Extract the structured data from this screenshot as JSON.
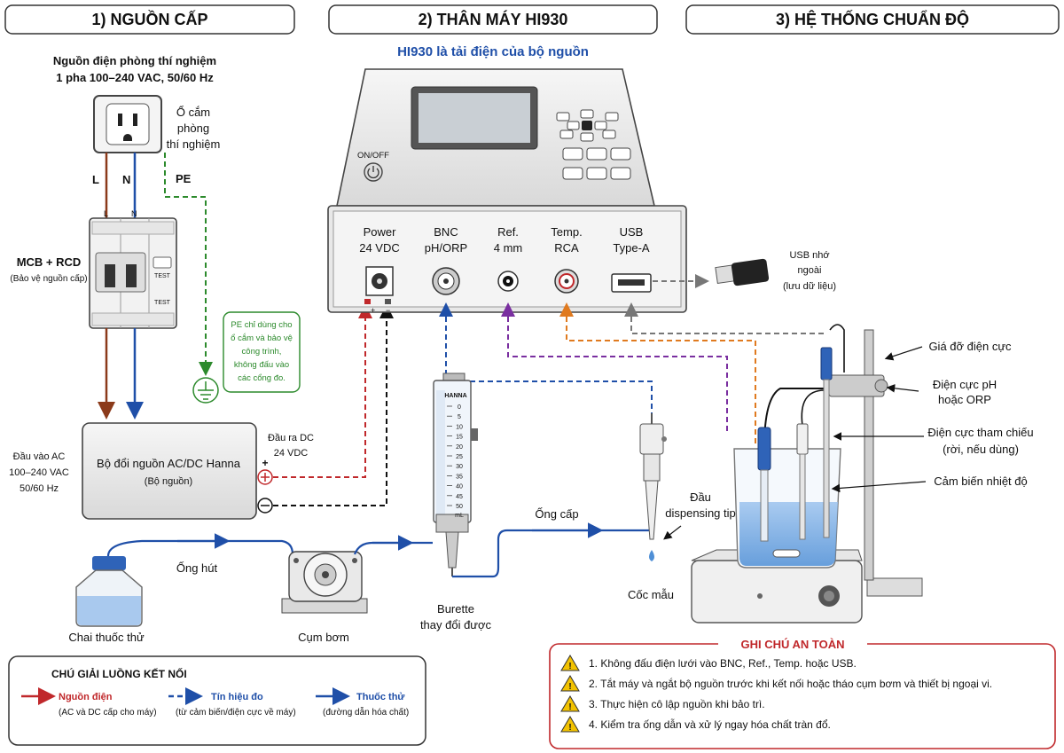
{
  "sections": {
    "source": "1) NGUỒN CẤP",
    "body": "2) THÂN MÁY HI930",
    "titration": "3) HỆ THỐNG CHUẨN ĐỘ"
  },
  "subtitle": "HI930 là tải điện của bộ nguồn",
  "mains": {
    "line1": "Nguồn điện phòng thí nghiệm",
    "line2": "1 pha 100–240 VAC, 50/60 Hz"
  },
  "outlet": {
    "line1": "Ổ cắm",
    "line2": "phòng",
    "line3": "thí nghiệm"
  },
  "wires": {
    "l": "L",
    "n": "N",
    "pe": "PE"
  },
  "mcb": {
    "title": "MCB + RCD",
    "sub": "(Bảo vệ nguồn cấp)",
    "test1": "TEST",
    "test2": "TEST",
    "l": "L",
    "n": "N"
  },
  "pe_note": [
    "PE chỉ dùng cho",
    "ổ cắm và bảo vệ",
    "công trình,",
    "không đấu vào",
    "các cổng đo."
  ],
  "ac_input": {
    "line1": "Đầu vào AC",
    "line2": "100–240 VAC",
    "line3": "50/60 Hz"
  },
  "adapter": {
    "title": "Bộ đổi nguồn AC/DC Hanna",
    "sub": "(Bộ nguồn)"
  },
  "dc_out": {
    "line1": "Đầu ra DC",
    "line2": "24 VDC",
    "plus": "+"
  },
  "onoff": "ON/OFF",
  "ports": [
    {
      "l1": "Power",
      "l2": "24 VDC"
    },
    {
      "l1": "BNC",
      "l2": "pH/ORP"
    },
    {
      "l1": "Ref.",
      "l2": "4 mm"
    },
    {
      "l1": "Temp.",
      "l2": "RCA"
    },
    {
      "l1": "USB",
      "l2": "Type-A"
    }
  ],
  "usb_stick": {
    "line1": "USB nhớ",
    "line2": "ngoài",
    "line3": "(lưu dữ liệu)"
  },
  "right_labels": {
    "holder": "Giá đỡ điện cực",
    "ph1": "Điện cực pH",
    "ph2": "hoặc ORP",
    "ref1": "Điện cực tham chiếu",
    "ref2": "(rời, nếu dùng)",
    "temp": "Cảm biến nhiệt độ"
  },
  "burette": {
    "brand": "HANNA",
    "ticks": [
      "0",
      "5",
      "10",
      "15",
      "20",
      "25",
      "30",
      "35",
      "40",
      "45",
      "50"
    ],
    "unit": "mL",
    "line1": "Burette",
    "line2": "thay đổi được"
  },
  "dispense": {
    "line1": "Đầu",
    "line2": "dispensing tip"
  },
  "feed_tube": "Ống cấp",
  "suction_tube": "Ống hút",
  "bottle": "Chai thuốc thử",
  "pump": "Cụm bơm",
  "cup": "Cốc mẫu",
  "legend": {
    "title": "CHÚ GIẢI LUỒNG KẾT NỐI",
    "items": [
      {
        "name": "Nguồn điện",
        "desc": "(AC và DC cấp cho máy)",
        "color": "#c0282b"
      },
      {
        "name": "Tín hiệu đo",
        "desc": "(từ cảm biến/điện cực về máy)",
        "color": "#1f4fa8"
      },
      {
        "name": "Thuốc thử",
        "desc": "(đường dẫn hóa chất)",
        "color": "#1f4fa8"
      }
    ]
  },
  "safety": {
    "title": "GHI CHÚ AN TOÀN",
    "items": [
      "1.  Không đấu điện lưới vào BNC, Ref., Temp. hoặc USB.",
      "2.  Tắt máy và ngắt bộ nguồn trước khi kết nối hoặc tháo cụm bơm và thiết bị ngoại vi.",
      "3.  Thực hiện cô lập nguồn khi bảo trì.",
      "4.  Kiểm tra ống dẫn và xử lý ngay hóa chất tràn đổ."
    ]
  },
  "colors": {
    "power": "#c0282b",
    "phase": "#8b3a1a",
    "neutral": "#1f4fa8",
    "earth": "#2c8a2c",
    "signal": "#1f4fa8",
    "ref": "#7a2fa0",
    "temp": "#e07a1f",
    "usb": "#777777",
    "reagent": "#1f4fa8"
  }
}
